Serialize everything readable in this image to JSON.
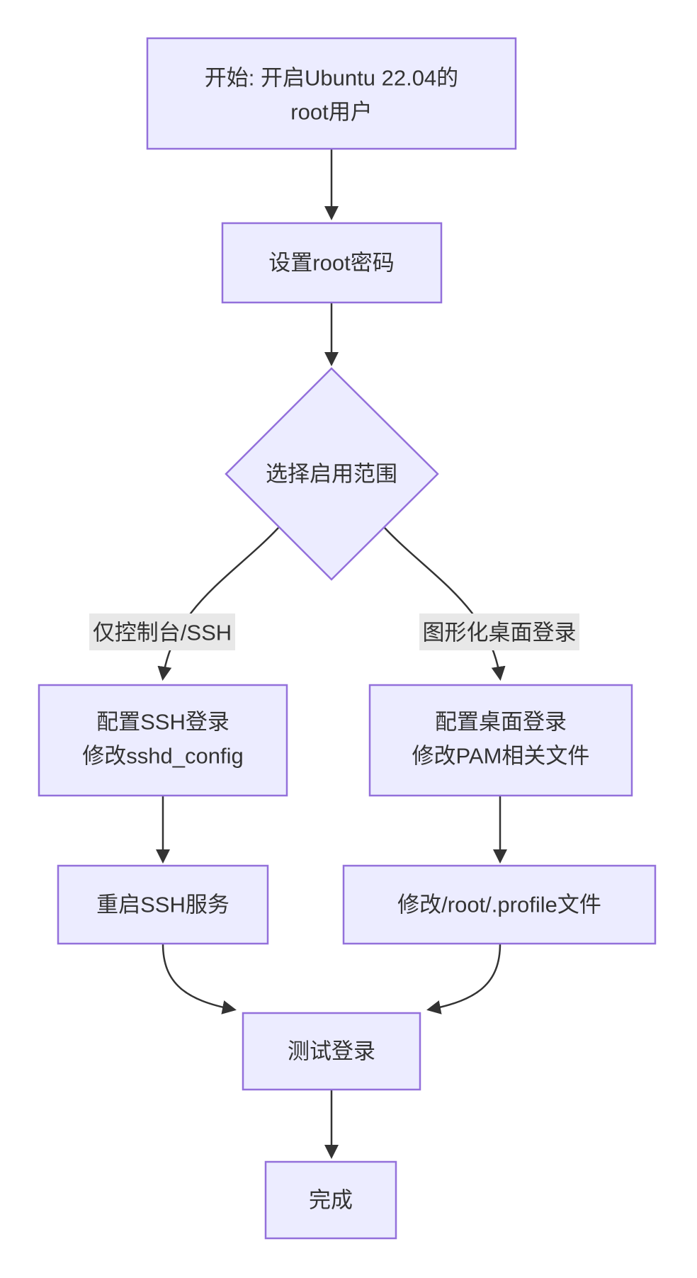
{
  "diagram": {
    "type": "flowchart",
    "direction": "top-down"
  },
  "theme": {
    "background": "#ffffff",
    "node_fill": "#ECECFF",
    "node_border": "#9370DB",
    "edge_color": "#333333",
    "text_color": "#333333",
    "edge_label_bg": "#e8e8e8"
  },
  "nodes": {
    "start": {
      "shape": "rect",
      "line1": "开始: 开启Ubuntu 22.04的",
      "line2": "root用户"
    },
    "set_password": {
      "shape": "rect",
      "label": "设置root密码"
    },
    "choose_scope": {
      "shape": "diamond",
      "label": "选择启用范围"
    },
    "config_ssh": {
      "shape": "rect",
      "line1": "配置SSH登录",
      "line2": "修改sshd_config"
    },
    "config_desktop": {
      "shape": "rect",
      "line1": "配置桌面登录",
      "line2": "修改PAM相关文件"
    },
    "restart_ssh": {
      "shape": "rect",
      "label": "重启SSH服务"
    },
    "edit_profile": {
      "shape": "rect",
      "label": "修改/root/.profile文件"
    },
    "test_login": {
      "shape": "rect",
      "label": "测试登录"
    },
    "done": {
      "shape": "rect",
      "label": "完成"
    }
  },
  "edge_labels": {
    "console_ssh": "仅控制台/SSH",
    "desktop": "图形化桌面登录"
  },
  "edges": [
    {
      "from": "start",
      "to": "set_password",
      "label": ""
    },
    {
      "from": "set_password",
      "to": "choose_scope",
      "label": ""
    },
    {
      "from": "choose_scope",
      "to": "config_ssh",
      "label": "仅控制台/SSH"
    },
    {
      "from": "choose_scope",
      "to": "config_desktop",
      "label": "图形化桌面登录"
    },
    {
      "from": "config_ssh",
      "to": "restart_ssh",
      "label": ""
    },
    {
      "from": "config_desktop",
      "to": "edit_profile",
      "label": ""
    },
    {
      "from": "restart_ssh",
      "to": "test_login",
      "label": ""
    },
    {
      "from": "edit_profile",
      "to": "test_login",
      "label": ""
    },
    {
      "from": "test_login",
      "to": "done",
      "label": ""
    }
  ]
}
